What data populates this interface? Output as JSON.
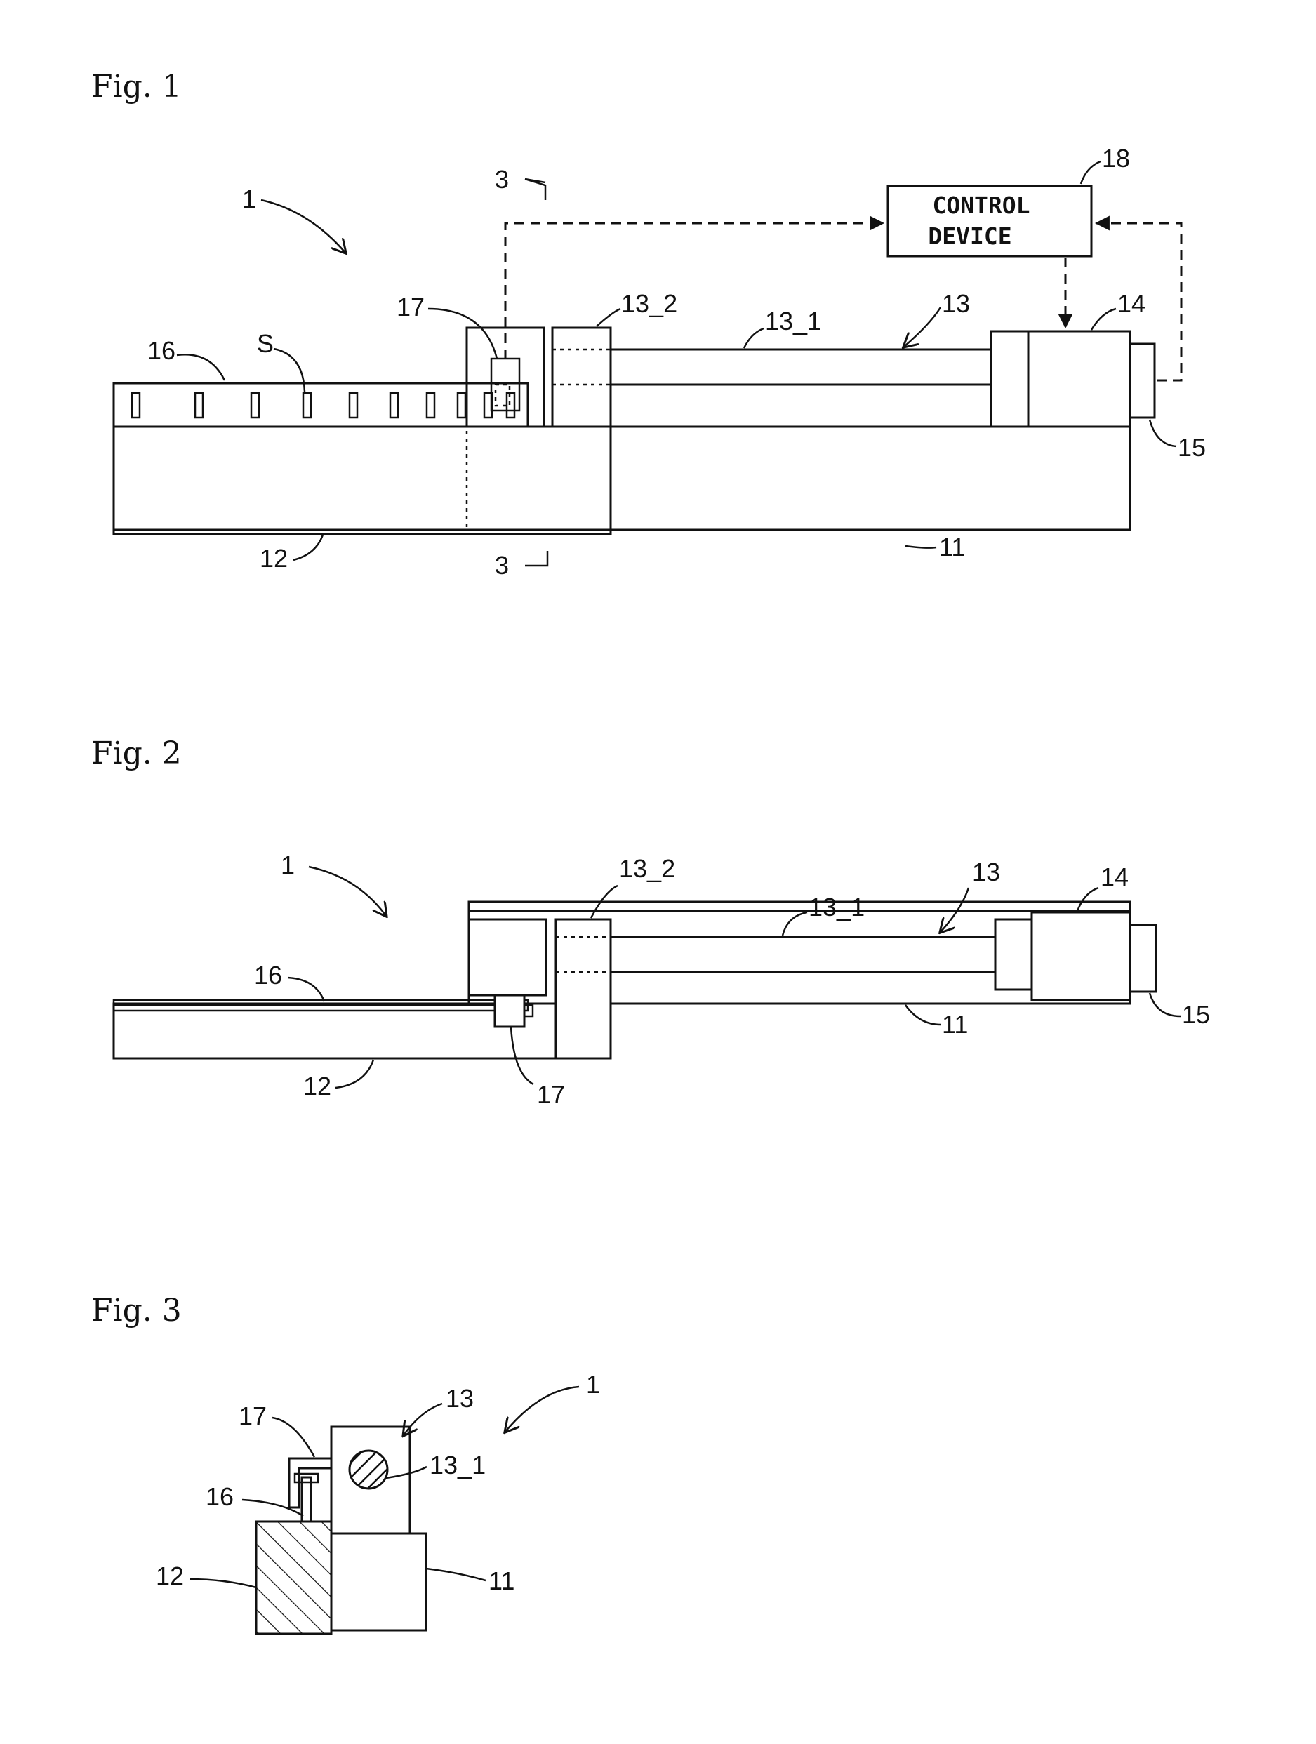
{
  "figures": [
    {
      "title": "Fig. 1",
      "control_device_lines": [
        "CONTROL",
        "DEVICE"
      ],
      "labels": {
        "apparatus": "1",
        "section_top": "3",
        "section_bottom": "3",
        "control_device": "18",
        "sensor": "17",
        "slider": "13_2",
        "screw": "13_1",
        "actuator": "13",
        "motor": "14",
        "scale": "16",
        "slits": "S",
        "encoder": "15",
        "bed": "12",
        "base": "11"
      }
    },
    {
      "title": "Fig. 2",
      "labels": {
        "apparatus": "1",
        "slider": "13_2",
        "screw": "13_1",
        "actuator": "13",
        "motor": "14",
        "scale": "16",
        "encoder": "15",
        "base": "11",
        "bed": "12",
        "sensor": "17"
      }
    },
    {
      "title": "Fig. 3",
      "labels": {
        "sensor": "17",
        "actuator": "13",
        "apparatus": "1",
        "screw": "13_1",
        "scale": "16",
        "bed": "12",
        "base": "11"
      }
    }
  ]
}
